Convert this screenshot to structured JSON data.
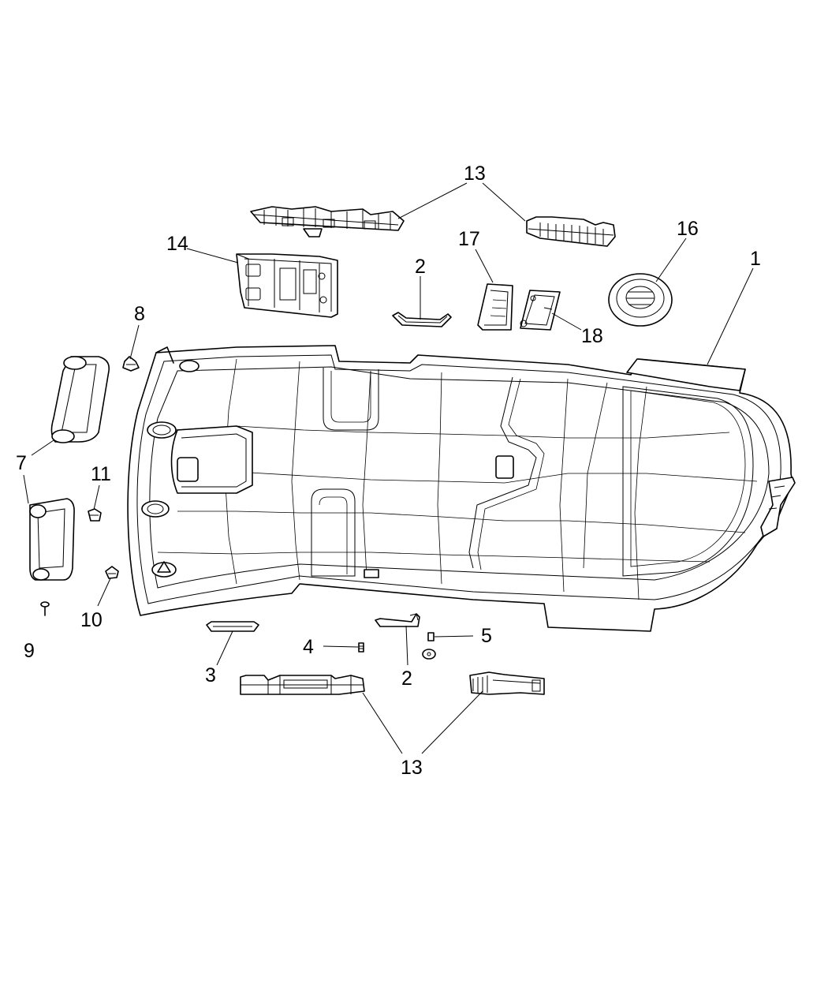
{
  "callouts": {
    "c1": "1",
    "c2_top": "2",
    "c2_bottom": "2",
    "c3": "3",
    "c4": "4",
    "c5": "5",
    "c7": "7",
    "c8": "8",
    "c9": "9",
    "c10": "10",
    "c11": "11",
    "c13_top": "13",
    "c13_bottom": "13",
    "c14": "14",
    "c16": "16",
    "c17": "17",
    "c18": "18"
  }
}
